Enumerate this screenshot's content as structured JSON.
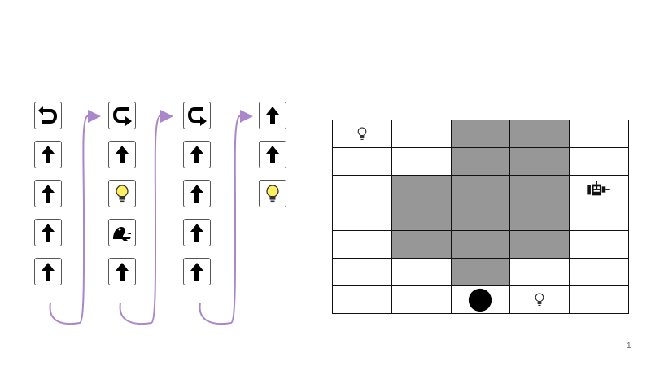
{
  "slide": {
    "page_number": "1"
  },
  "colors": {
    "card_border": "#555555",
    "icon_fill": "#000000",
    "bulb_yellow": "#ffef60",
    "connector_purple": "#a987c9",
    "wall_gray": "#979797",
    "grid_line": "#111111"
  },
  "program": {
    "columns": [
      {
        "cards": [
          "turn-right-icon",
          "forward-arrow-icon",
          "forward-arrow-icon",
          "forward-arrow-icon",
          "forward-arrow-icon"
        ]
      },
      {
        "cards": [
          "turn-left-icon",
          "forward-arrow-icon",
          "light-bulb-icon",
          "frog-icon",
          "forward-arrow-icon"
        ]
      },
      {
        "cards": [
          "turn-left-icon",
          "forward-arrow-icon",
          "forward-arrow-icon",
          "forward-arrow-icon",
          "forward-arrow-icon"
        ]
      },
      {
        "cards": [
          "forward-arrow-icon",
          "forward-arrow-icon",
          "light-bulb-icon"
        ]
      }
    ]
  },
  "board": {
    "rows": 7,
    "cols": 5,
    "walls": [
      [
        0,
        2
      ],
      [
        0,
        3
      ],
      [
        1,
        2
      ],
      [
        1,
        3
      ],
      [
        2,
        1
      ],
      [
        2,
        2
      ],
      [
        2,
        3
      ],
      [
        3,
        1
      ],
      [
        3,
        2
      ],
      [
        3,
        3
      ],
      [
        4,
        1
      ],
      [
        4,
        2
      ],
      [
        4,
        3
      ],
      [
        5,
        2
      ]
    ],
    "items": [
      {
        "row": 0,
        "col": 0,
        "icon": "light-bulb-outline-icon"
      },
      {
        "row": 2,
        "col": 4,
        "icon": "robot-icon"
      },
      {
        "row": 6,
        "col": 2,
        "icon": "black-dot-icon"
      },
      {
        "row": 6,
        "col": 3,
        "icon": "light-bulb-outline-icon"
      }
    ]
  }
}
